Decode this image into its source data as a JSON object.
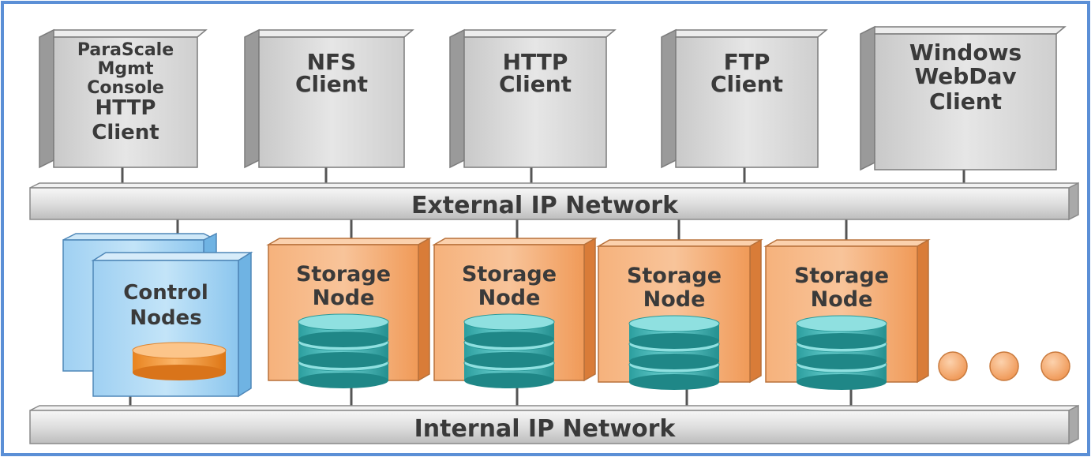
{
  "clients": [
    {
      "lines": [
        "ParaScale",
        "Mgmt",
        "Console",
        "HTTP",
        "Client"
      ]
    },
    {
      "lines": [
        "NFS",
        "Client"
      ]
    },
    {
      "lines": [
        "HTTP",
        "Client"
      ]
    },
    {
      "lines": [
        "FTP",
        "Client"
      ]
    },
    {
      "lines": [
        "Windows",
        "WebDav",
        "Client"
      ]
    }
  ],
  "external_network": {
    "label": "External IP Network"
  },
  "internal_network": {
    "label": "Internal IP Network"
  },
  "control_nodes": {
    "lines": [
      "Control",
      "Nodes"
    ]
  },
  "storage_nodes": [
    {
      "lines": [
        "Storage",
        "Node"
      ]
    },
    {
      "lines": [
        "Storage",
        "Node"
      ]
    },
    {
      "lines": [
        "Storage",
        "Node"
      ]
    },
    {
      "lines": [
        "Storage",
        "Node"
      ]
    }
  ],
  "colors": {
    "border": "#5b8fd6",
    "client_face": "#d4d4d4",
    "storage_face": "#f4a56a",
    "control_face": "#a9d4f2",
    "cylinder_teal": "#3fb3b3",
    "cylinder_orange": "#f59a3a",
    "ellipsis_dot": "#f4a56a"
  }
}
